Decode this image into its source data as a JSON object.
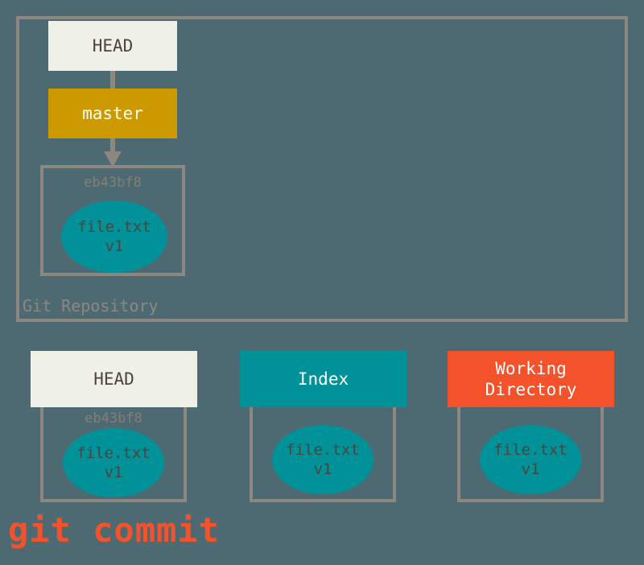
{
  "diagram": {
    "title": "git commit",
    "background_color": "#4d6a73",
    "border_color": "#8c8880"
  },
  "repository": {
    "label": "Git Repository",
    "head": {
      "label": "HEAD",
      "bg_color": "#eff0e8",
      "text_color": "#4b453f"
    },
    "branch": {
      "label": "master",
      "bg_color": "#cc9a00",
      "text_color": "#ffffff"
    },
    "commit": {
      "id": "eb43bf8",
      "blob": {
        "filename": "file.txt",
        "version": "v1",
        "bg_color": "#019199"
      }
    }
  },
  "areas": [
    {
      "label": "HEAD",
      "bg_color": "#eff0e8",
      "text_color": "#4b453f",
      "commit_id": "eb43bf8",
      "blob": {
        "filename": "file.txt",
        "version": "v1"
      }
    },
    {
      "label": "Index",
      "bg_color": "#019199",
      "text_color": "#ffffff",
      "commit_id": "",
      "blob": {
        "filename": "file.txt",
        "version": "v1"
      }
    },
    {
      "label": "Working\nDirectory",
      "bg_color": "#f4522a",
      "text_color": "#ffffff",
      "commit_id": "",
      "blob": {
        "filename": "file.txt",
        "version": "v1"
      }
    }
  ],
  "command": {
    "text": "git commit",
    "color": "#f4522a"
  }
}
